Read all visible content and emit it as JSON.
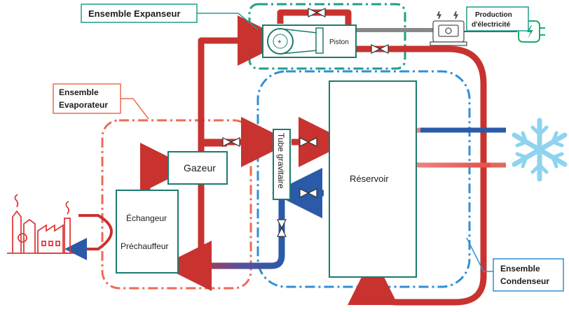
{
  "labels": {
    "expanseur_group": "Ensemble Expanseur",
    "production_line1": "Production",
    "production_line2": "d'électricité",
    "evaporateur_line1": "Ensemble",
    "evaporateur_line2": "Evaporateur",
    "piston": "Piston",
    "gazeur": "Gazeur",
    "echangeur": "Échangeur",
    "prechauffeur": "Préchauffeur",
    "tube_gravitaire": "Tube gravitaire",
    "reservoir": "Réservoir",
    "condenseur_line1": "Ensemble",
    "condenseur_line2": "Condenseur"
  },
  "colors": {
    "hot_pipe": "#c8332f",
    "cold_pipe": "#2a5aa8",
    "component_border": "#1c7a6d",
    "expanseur_dash": "#1f9e8a",
    "evaporateur_dash": "#ee6a55",
    "condenseur_dash": "#2f8fd6",
    "snowflake": "#8ed3ef",
    "grey_shaft": "#888888"
  },
  "icons": [
    "factory-icon",
    "generator-icon",
    "plug-icon",
    "snowflake-icon",
    "valve-icon"
  ]
}
